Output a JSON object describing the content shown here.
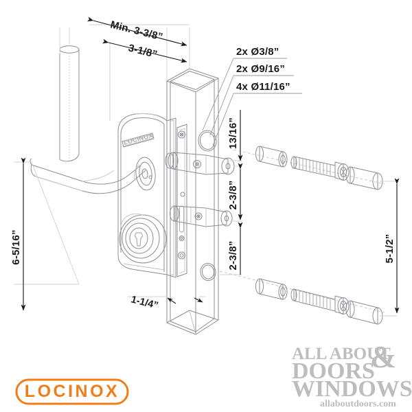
{
  "document": {
    "type": "technical-installation-drawing",
    "product": "Locinox surface mounted gate lock",
    "background_color": "#ffffff",
    "line_color": "#8c8c95",
    "dimension_text_color": "#1a1a1a"
  },
  "dimensions": {
    "top_outer": "Min. 3-3/8”",
    "top_inner": "3-1/8”",
    "left_vertical": "6-5/16”",
    "post_width": "1-1/4”",
    "right_top": "13/16”",
    "right_middle": "2-3/8”",
    "right_lower": "2-3/8”",
    "far_right": "5-1/2”"
  },
  "callouts": [
    {
      "id": "hole-small",
      "label": "2x Ø3/8”"
    },
    {
      "id": "hole-medium",
      "label": "2x Ø9/16”"
    },
    {
      "id": "hole-large",
      "label": "4x Ø11/16”"
    }
  ],
  "parts": {
    "round_post": "round-tube-post",
    "square_post": "square-gate-post",
    "lock_body": "lock-case",
    "lock_body_brand": "LOCINOX",
    "handle": "lever-handle",
    "cylinder": "key-cylinder",
    "hardware_upper": [
      "spacer-sleeve",
      "threaded-bolt",
      "cover-cap"
    ],
    "hardware_lower": [
      "spacer-sleeve",
      "threaded-bolt",
      "cover-cap"
    ]
  },
  "brand": {
    "logo_text": "LOCINOX",
    "logo_color": "#F07D1A"
  },
  "watermark": {
    "line1": "ALL ABOUT",
    "ampersand": "&",
    "line2": "DOORS",
    "line3": "WINDOWS",
    "url": "allaboutdoors.com",
    "color": "#bdbdbd"
  }
}
